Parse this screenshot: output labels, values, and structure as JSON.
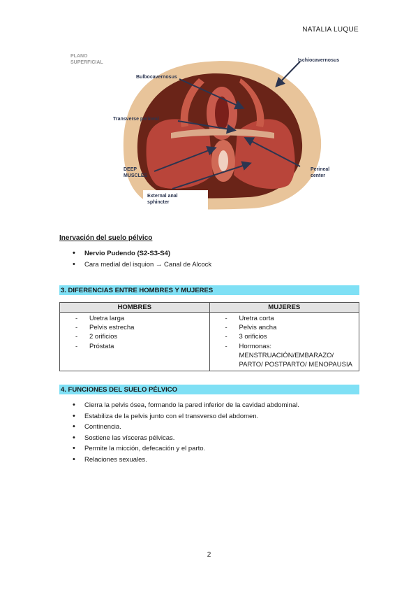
{
  "header": {
    "author": "NATALIA LUQUE"
  },
  "figure": {
    "plano": "PLANO",
    "superficial": "SUPERFICIAL",
    "bulbocavernosus": "Bulbocavernosus",
    "ischiocavernosus": "Ischiocavernosus",
    "transverse": "Transverse perineal",
    "deep": "DEEP",
    "muscles": "MUSCLES",
    "perineal": "Perineal",
    "center": "center",
    "external": "External anal",
    "sphincter": "sphincter",
    "colors": {
      "muscle": "#b9453a",
      "fat": "#e8c49a",
      "label": "#2b3550"
    }
  },
  "inervacion": {
    "heading": "Inervación del suelo pélvico",
    "items": [
      "Nervio Pudendo (S2-S3-S4)",
      "Cara medial del isquion → Canal de Alcock"
    ]
  },
  "section3": {
    "title": "3. DIFERENCIAS ENTRE HOMBRES Y MUJERES",
    "col_hombres": "HOMBRES",
    "col_mujeres": "MUJERES",
    "hombres": [
      "Uretra larga",
      "Pelvis estrecha",
      "2 orificios",
      "Próstata"
    ],
    "mujeres": [
      "Uretra corta",
      "Pelvis ancha",
      "3 orificios",
      "Hormonas:"
    ],
    "mujeres_extra1": "MENSTRUACIÓN/EMBARAZO/",
    "mujeres_extra2": "PARTO/ POSTPARTO/ MENOPAUSIA"
  },
  "section4": {
    "title": "4. FUNCIONES DEL SUELO PÉLVICO",
    "items": [
      "Cierra la pelvis ósea, formando la pared inferior de la cavidad abdominal.",
      "Estabiliza de la pelvis junto con el transverso del abdomen.",
      "Continencia.",
      "Sostiene las vísceras pélvicas.",
      "Permite la micción, defecación y el parto.",
      "Relaciones sexuales."
    ]
  },
  "page": {
    "number": "2"
  },
  "colors": {
    "bar": "#7fe0f5",
    "table_header": "#e3e3e3"
  }
}
